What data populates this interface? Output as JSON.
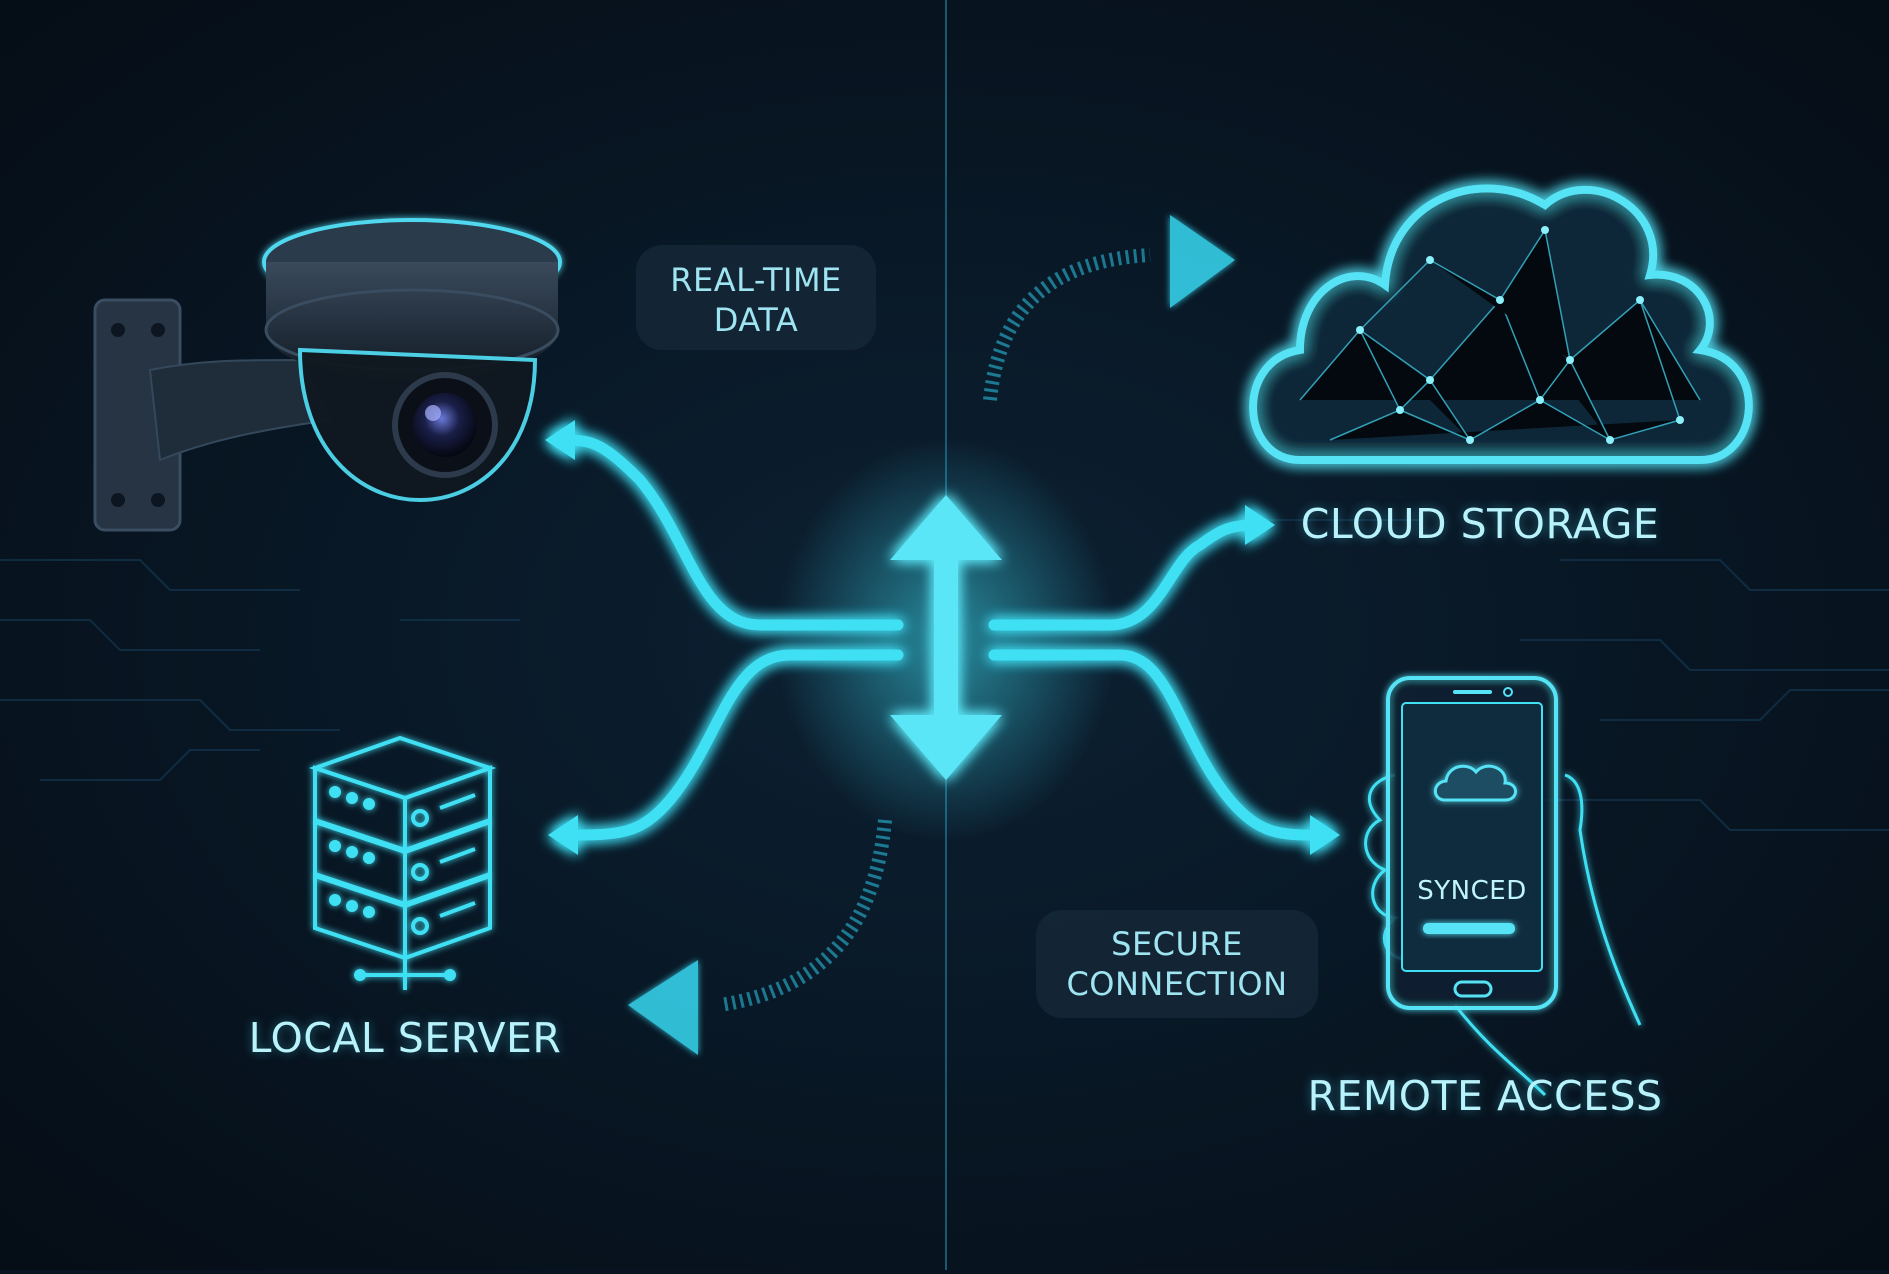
{
  "labels": {
    "real_time_data": [
      "REAL-TIME",
      "DATA"
    ],
    "cloud_storage": "CLOUD STORAGE",
    "local_server": "LOCAL SERVER",
    "secure_connection": [
      "SECURE",
      "CONNECTION"
    ],
    "remote_access": "REMOTE ACCESS",
    "synced": "SYNCED"
  },
  "colors": {
    "background": "#071320",
    "accent": "#3fe0f4",
    "glow": "#2bc8e8",
    "text": "#a9ecf7"
  },
  "icons": [
    "security-camera-icon",
    "cloud-network-icon",
    "server-stack-icon",
    "smartphone-icon",
    "hand-icon",
    "bidirectional-arrow-icon"
  ]
}
